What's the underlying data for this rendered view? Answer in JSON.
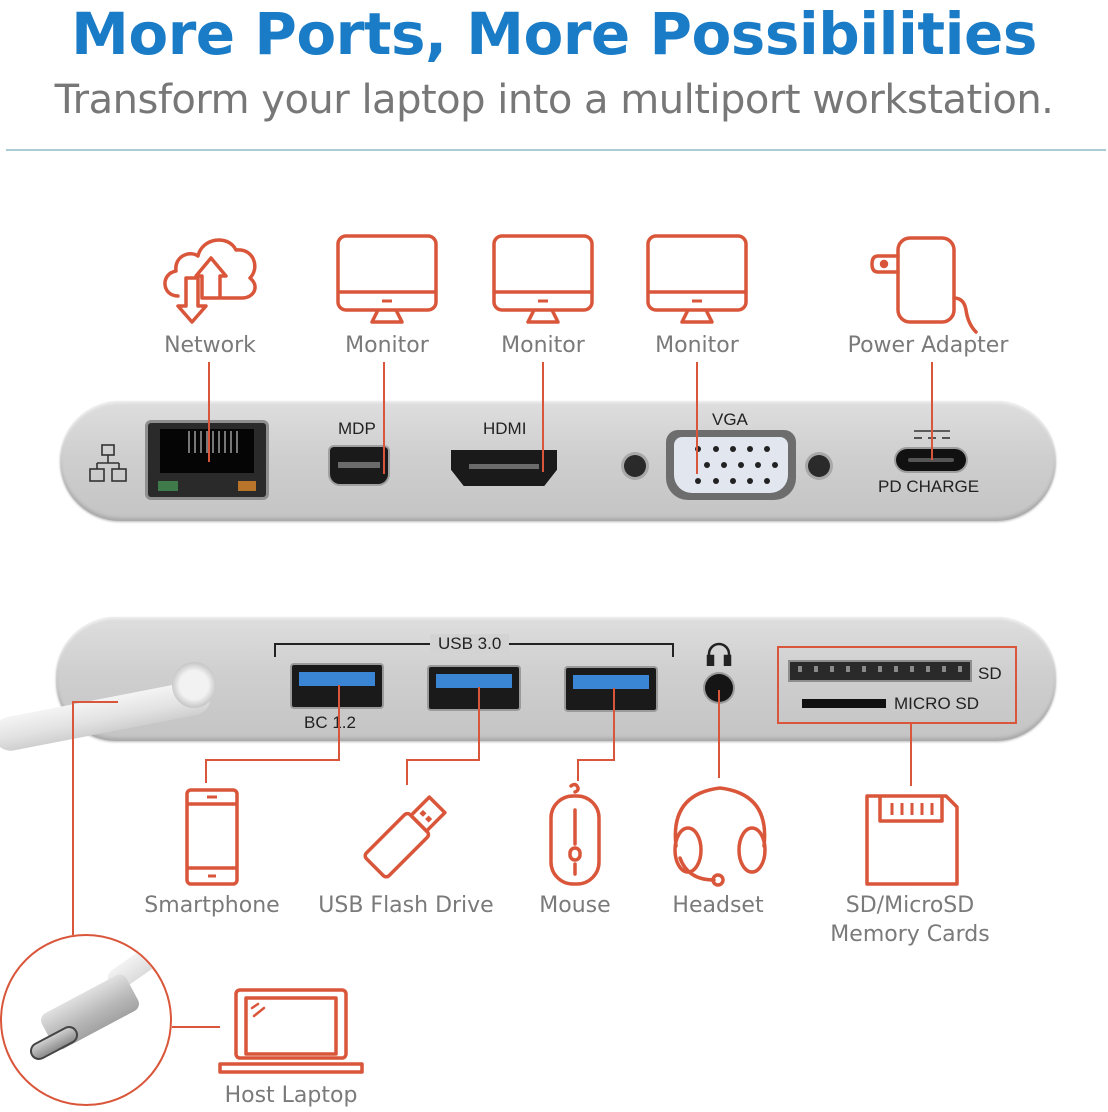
{
  "header": {
    "title": "More Ports, More Possibilities",
    "subtitle": "Transform your laptop into a multiport workstation."
  },
  "colors": {
    "title": "#1a7cc7",
    "subtitle": "#777777",
    "accent_line": "#d9563a",
    "divider": "#a9ccd3",
    "dock_body": "#cfcfcf",
    "usb_blue": "#3a86d4"
  },
  "top_devices": [
    {
      "label": "Network",
      "icon": "cloud-upload-download-icon"
    },
    {
      "label": "Monitor",
      "icon": "monitor-icon"
    },
    {
      "label": "Monitor",
      "icon": "monitor-icon"
    },
    {
      "label": "Monitor",
      "icon": "monitor-icon"
    },
    {
      "label": "Power Adapter",
      "icon": "power-adapter-icon"
    }
  ],
  "top_dock": {
    "ports": [
      {
        "label": "",
        "type": "rj45-ethernet",
        "icon": "network-topology-icon"
      },
      {
        "label": "MDP",
        "type": "mini-displayport"
      },
      {
        "label": "HDMI",
        "type": "hdmi"
      },
      {
        "label": "VGA",
        "type": "vga"
      },
      {
        "label": "PD CHARGE",
        "type": "usb-c",
        "icon": "dc-power-symbol-icon"
      }
    ]
  },
  "bottom_dock": {
    "usb_group_label": "USB 3.0",
    "usb_ports": [
      {
        "label": "BC 1.2"
      },
      {
        "label": ""
      },
      {
        "label": ""
      }
    ],
    "audio_icon": "headphones-icon",
    "card_slots": [
      {
        "label": "SD"
      },
      {
        "label": "MICRO SD"
      }
    ]
  },
  "bottom_devices": [
    {
      "label": "Smartphone",
      "icon": "smartphone-icon"
    },
    {
      "label": "USB Flash Drive",
      "icon": "usb-flash-drive-icon"
    },
    {
      "label": "Mouse",
      "icon": "mouse-icon"
    },
    {
      "label": "Headset",
      "icon": "headset-icon"
    },
    {
      "label": "SD/MicroSD",
      "label_line2": "Memory Cards",
      "icon": "sd-card-icon"
    }
  ],
  "host": {
    "label": "Host Laptop",
    "icon": "laptop-icon",
    "connector": "usb-c-connector"
  }
}
